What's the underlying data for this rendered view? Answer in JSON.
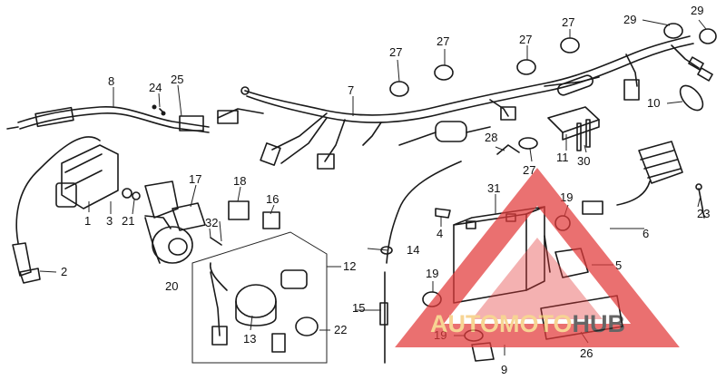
{
  "parts": [
    {
      "num": "1",
      "label": "1"
    },
    {
      "num": "2",
      "label": "2"
    },
    {
      "num": "3",
      "label": "3"
    },
    {
      "num": "4",
      "label": "4"
    },
    {
      "num": "5",
      "label": "5"
    },
    {
      "num": "6",
      "label": "6"
    },
    {
      "num": "7",
      "label": "7"
    },
    {
      "num": "8",
      "label": "8"
    },
    {
      "num": "9",
      "label": "9"
    },
    {
      "num": "10",
      "label": "10"
    },
    {
      "num": "11",
      "label": "11"
    },
    {
      "num": "12",
      "label": "12"
    },
    {
      "num": "13",
      "label": "13"
    },
    {
      "num": "14",
      "label": "14"
    },
    {
      "num": "15",
      "label": "15"
    },
    {
      "num": "16",
      "label": "16"
    },
    {
      "num": "17",
      "label": "17"
    },
    {
      "num": "18",
      "label": "18"
    },
    {
      "num": "19a",
      "label": "19"
    },
    {
      "num": "19b",
      "label": "19"
    },
    {
      "num": "19c",
      "label": "19"
    },
    {
      "num": "20",
      "label": "20"
    },
    {
      "num": "21",
      "label": "21"
    },
    {
      "num": "22",
      "label": "22"
    },
    {
      "num": "23",
      "label": "23"
    },
    {
      "num": "24",
      "label": "24"
    },
    {
      "num": "25",
      "label": "25"
    },
    {
      "num": "26",
      "label": "26"
    },
    {
      "num": "27a",
      "label": "27"
    },
    {
      "num": "27b",
      "label": "27"
    },
    {
      "num": "27c",
      "label": "27"
    },
    {
      "num": "27d",
      "label": "27"
    },
    {
      "num": "27e",
      "label": "27"
    },
    {
      "num": "28",
      "label": "28"
    },
    {
      "num": "29a",
      "label": "29"
    },
    {
      "num": "29b",
      "label": "29"
    },
    {
      "num": "30",
      "label": "30"
    },
    {
      "num": "31",
      "label": "31"
    },
    {
      "num": "32",
      "label": "32"
    }
  ],
  "watermark": {
    "text_auto": "AUTO",
    "text_moto": "MOTO",
    "text_hub": "HUB",
    "color_primary": "#e23a3a",
    "color_secondary": "#f4c46a",
    "color_dark": "#2b2b2b"
  }
}
